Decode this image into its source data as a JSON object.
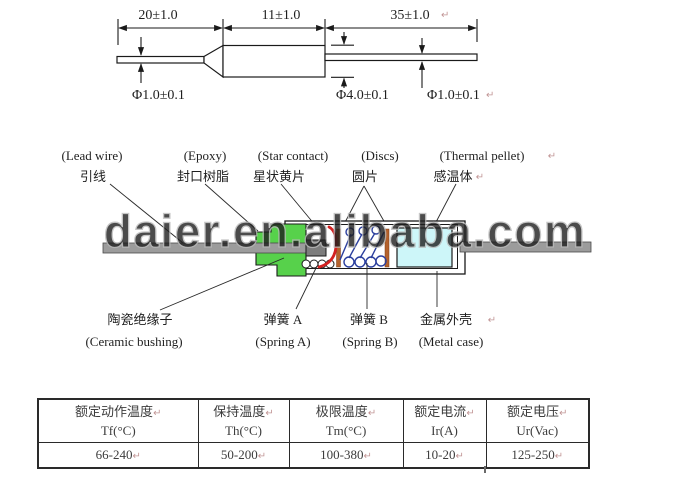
{
  "watermark": {
    "text": "daier.en.alibaba.com"
  },
  "marks": {
    "crlf": "↵"
  },
  "dimension_drawing": {
    "lengths": [
      "20±1.0",
      "11±1.0",
      "35±1.0"
    ],
    "diameters": {
      "left": "Φ1.0±0.1",
      "body": "Φ4.0±0.1",
      "right": "Φ1.0±0.1"
    }
  },
  "cross_section": {
    "top_labels": [
      {
        "en": "(Lead wire)",
        "zh": "引线"
      },
      {
        "en": "(Epoxy)",
        "zh": "封口树脂"
      },
      {
        "en": "(Star contact)",
        "zh": "星状黄片"
      },
      {
        "en": "(Discs)",
        "zh": "圆片"
      },
      {
        "en": "(Thermal pellet)",
        "zh": "感温体"
      }
    ],
    "bottom_labels": [
      {
        "zh": "陶瓷绝缘子",
        "en": "(Ceramic bushing)"
      },
      {
        "zh": "弹簧 A",
        "en": "(Spring A)"
      },
      {
        "zh": "弹簧 B",
        "en": "(Spring B)"
      },
      {
        "zh": "金属外壳",
        "en": "(Metal case)"
      }
    ]
  },
  "spec_table": {
    "headers": [
      {
        "zh": "额定动作温度",
        "sym": "Tf(°C)"
      },
      {
        "zh": "保持温度",
        "sym": "Th(°C)"
      },
      {
        "zh": "极限温度",
        "sym": "Tm(°C)"
      },
      {
        "zh": "额定电流",
        "sym": "Ir(A)"
      },
      {
        "zh": "额定电压",
        "sym": "Ur(Vac)"
      }
    ],
    "values": [
      "66-240",
      "50-200",
      "100-380",
      "10-20",
      "125-250"
    ]
  },
  "colors": {
    "bushing_green": "#57d14b",
    "pellet_cyan": "#cdf6f9",
    "wire_gray": "#9c9c9c",
    "connector_gray": "#7d7d7d",
    "disc_brown": "#b4622d",
    "spring_blue": "#2b3f9e",
    "contact_red": "#d42222",
    "watermark_gray": "#b9b9b9"
  }
}
